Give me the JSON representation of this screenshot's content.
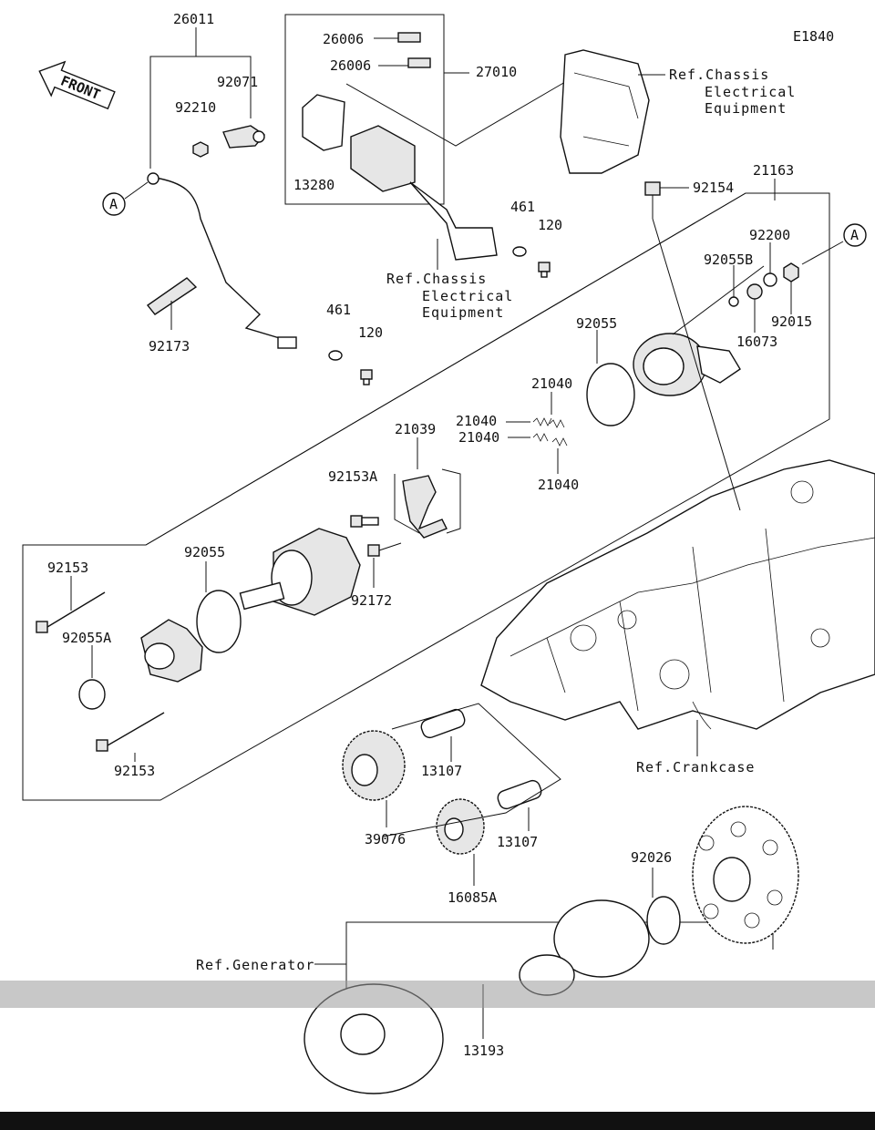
{
  "diagram": {
    "code": "E1840",
    "front_label": "FRONT",
    "callouts": [
      "A",
      "A"
    ],
    "parts": {
      "p26011": "26011",
      "p92071": "92071",
      "p92210": "92210",
      "p26006a": "26006",
      "p26006b": "26006",
      "p27010": "27010",
      "p13280": "13280",
      "p461a": "461",
      "p120a": "120",
      "p461b": "461",
      "p120b": "120",
      "p92173": "92173",
      "p21163": "21163",
      "p92154": "92154",
      "p92200": "92200",
      "p92055B": "92055B",
      "p92015": "92015",
      "p16073": "16073",
      "p92055a": "92055",
      "p21040a": "21040",
      "p21040b": "21040",
      "p21040c": "21040",
      "p21040d": "21040",
      "p21039": "21039",
      "p92153A": "92153A",
      "p92055b": "92055",
      "p92172": "92172",
      "p92153a": "92153",
      "p92055A": "92055A",
      "p92153b": "92153",
      "p39076": "39076",
      "p13107a": "13107",
      "p13107b": "13107",
      "p16085A": "16085A",
      "p92026": "92026",
      "p13193": "13193"
    },
    "refs": {
      "chassis1": [
        "Ref.Chassis",
        "Electrical",
        "Equipment"
      ],
      "chassis2": [
        "Ref.Chassis",
        "Electrical",
        "Equipment"
      ],
      "crankcase": "Ref.Crankcase",
      "generator": "Ref.Generator"
    }
  }
}
